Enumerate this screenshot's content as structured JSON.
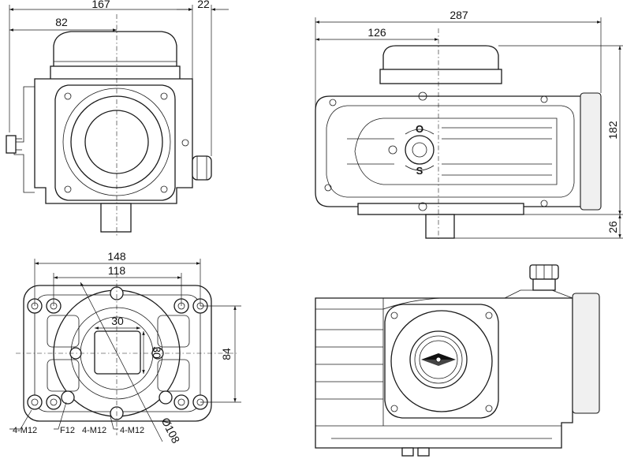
{
  "front_view": {
    "dim_width": "167",
    "dim_half": "82",
    "dim_side": "22"
  },
  "side_view": {
    "dim_length": "287",
    "dim_center": "126",
    "dim_height": "182",
    "dim_shaft": "26",
    "indicator_open": "O",
    "indicator_shut": "S"
  },
  "bottom_view": {
    "dim_outer": "148",
    "dim_bolt": "118",
    "dim_square_w": "30",
    "dim_square_h": "30",
    "dim_vertical": "84",
    "dim_diameter": "Ø108",
    "callout_1": "4-M12",
    "callout_2": "F12",
    "callout_3": "4-M12",
    "callout_4": "4-M12"
  },
  "top_view": {}
}
